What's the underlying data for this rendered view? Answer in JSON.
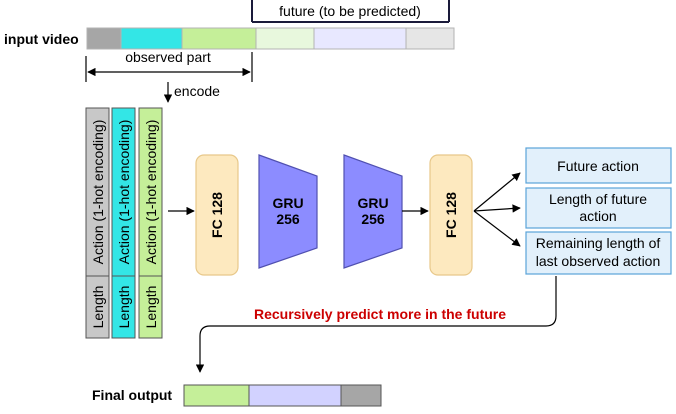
{
  "input_video": {
    "label": "input video",
    "segment_colors": [
      "#a6a6a6",
      "#33e6e6",
      "#c5ef99",
      "#e8f8dd",
      "#e8e8ff",
      "#e6e6e6"
    ]
  },
  "future_label": "future (to be predicted)",
  "observed_label": "observed part",
  "encode_label": "encode",
  "encoding_columns": [
    {
      "action": "Action (1-hot encoding)",
      "length": "Length",
      "color": "#c8c8c8"
    },
    {
      "action": "Action (1-hot encoding)",
      "length": "Length",
      "color": "#33e6e6"
    },
    {
      "action": "Action (1-hot encoding)",
      "length": "Length",
      "color": "#c5ef99"
    }
  ],
  "layers": [
    {
      "label": "FC 128",
      "kind": "fc"
    },
    {
      "label_line1": "GRU",
      "label_line2": "256",
      "kind": "gru"
    },
    {
      "label_line1": "GRU",
      "label_line2": "256",
      "kind": "gru"
    },
    {
      "label": "FC 128",
      "kind": "fc"
    }
  ],
  "outputs": [
    {
      "lines": [
        "Future action"
      ]
    },
    {
      "lines": [
        "Length of future",
        "action"
      ]
    },
    {
      "lines": [
        "Remaining length of",
        "last observed action"
      ]
    }
  ],
  "recursive_label": "Recursively predict more in the future",
  "final_output": {
    "label": "Final output",
    "segment_colors": [
      "#c5ef99",
      "#d2d2ff",
      "#a6a6a6"
    ]
  },
  "colors": {
    "fc_fill": "#fde9bf",
    "fc_stroke": "#e8c88a",
    "gru_fill": "#8c8cff",
    "gru_stroke": "#5050b0",
    "output_fill": "#e2f0fb",
    "output_stroke": "#5aa3d8",
    "recursive_text": "#cc0000"
  }
}
